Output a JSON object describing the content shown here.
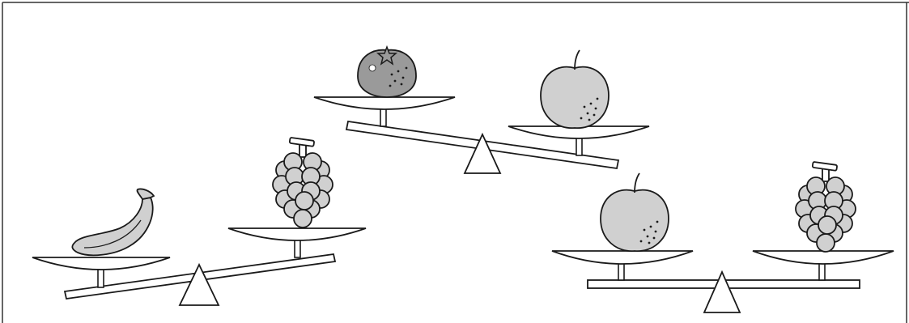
{
  "figure": {
    "description_visible_text": "",
    "colors": {
      "outline": "#1a1a1a",
      "panel_fill": "#ffffff",
      "fruit_light_gray": "#d0d0d0",
      "fruit_dark_gray": "#9a9a9a",
      "frame": "#333333"
    },
    "scales": [
      {
        "id": "left",
        "state": "tilted-right-side-up",
        "left_pan_item": "banana-icon",
        "right_pan_item": "grapes-icon",
        "heavier_side": "left"
      },
      {
        "id": "top",
        "state": "tilted-right-side-down",
        "left_pan_item": "persimmon-icon",
        "right_pan_item": "apple-icon",
        "heavier_side": "right"
      },
      {
        "id": "right",
        "state": "balanced",
        "left_pan_item": "apple-icon",
        "right_pan_item": "grapes-icon",
        "heavier_side": "none"
      }
    ]
  }
}
